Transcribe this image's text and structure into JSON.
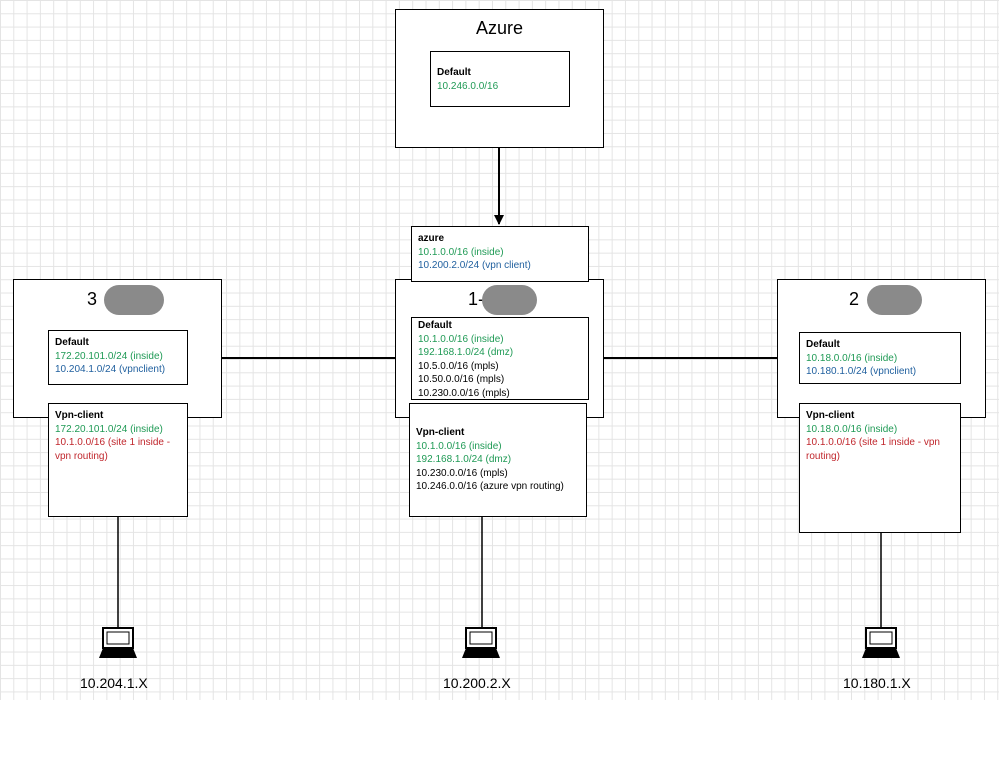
{
  "azure": {
    "title": "Azure",
    "default": {
      "header": "Default",
      "route": "10.246.0.0/16"
    }
  },
  "hub_azure": {
    "header": "azure",
    "routes": [
      "10.1.0.0/16 (inside)",
      "10.200.2.0/24 (vpn client)"
    ]
  },
  "site1": {
    "title": "1-",
    "default": {
      "header": "Default",
      "routes": [
        "10.1.0.0/16 (inside)",
        "192.168.1.0/24 (dmz)",
        "10.5.0.0/16 (mpls)",
        "10.50.0.0/16 (mpls)",
        "10.230.0.0/16 (mpls)"
      ]
    },
    "vpn": {
      "header": "Vpn-client",
      "routes": [
        "10.1.0.0/16 (inside)",
        "192.168.1.0/24 (dmz)",
        "10.230.0.0/16 (mpls)",
        "10.246.0.0/16 (azure vpn routing)"
      ]
    },
    "client": "10.200.2.X"
  },
  "site3": {
    "title": "3",
    "default": {
      "header": "Default",
      "routes": [
        "172.20.101.0/24 (inside)",
        "10.204.1.0/24 (vpnclient)"
      ]
    },
    "vpn": {
      "header": "Vpn-client",
      "routes": [
        "172.20.101.0/24 (inside)",
        "10.1.0.0/16 (site 1 inside - vpn routing)"
      ]
    },
    "client": "10.204.1.X"
  },
  "site2": {
    "title": "2",
    "default": {
      "header": "Default",
      "routes": [
        "10.18.0.0/16 (inside)",
        "10.180.1.0/24 (vpnclient)"
      ]
    },
    "vpn": {
      "header": "Vpn-client",
      "routes": [
        "10.18.0.0/16 (inside)",
        "10.1.0.0/16 (site 1 inside - vpn routing)"
      ]
    },
    "client": "10.180.1.X"
  },
  "colors": {
    "inside": "#1f9a55",
    "vpnclient": "#1f5f9e",
    "vpn_routing": "#c0262c",
    "redaction": "#8a8a8a"
  },
  "icons": [
    "laptop-icon",
    "arrow-icon"
  ]
}
